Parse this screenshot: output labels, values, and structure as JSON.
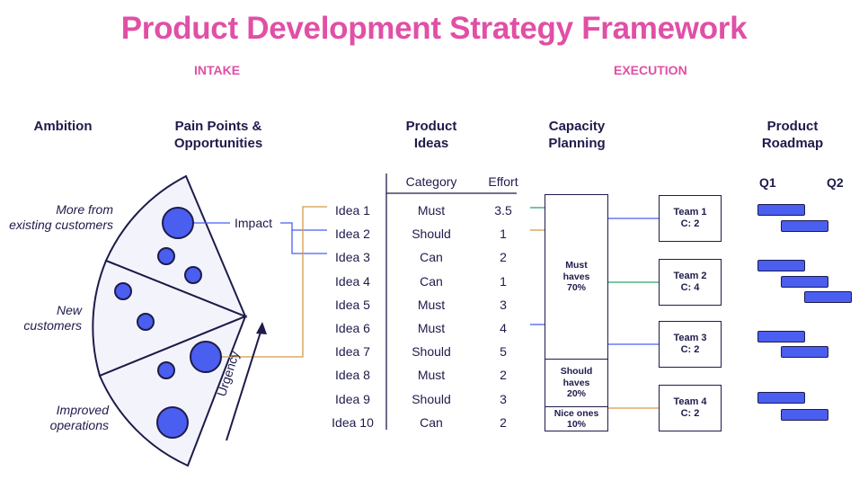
{
  "title": "Product Development Strategy Framework",
  "sections": {
    "intake": "INTAKE",
    "execution": "EXECUTION"
  },
  "columns": {
    "ambition": "Ambition",
    "pain_points": "Pain Points &",
    "pain_points_2": "Opportunities",
    "product_ideas": "Product",
    "product_ideas_2": "Ideas",
    "capacity": "Capacity",
    "capacity_2": "Planning",
    "roadmap": "Product",
    "roadmap_2": "Roadmap"
  },
  "pie_segments": [
    {
      "label_1": "More from",
      "label_2": "existing customers"
    },
    {
      "label_1": "New",
      "label_2": "customers"
    },
    {
      "label_1": "Improved",
      "label_2": "operations"
    }
  ],
  "impact_label": "Impact",
  "urgency_label": "Urgency",
  "table": {
    "headers": {
      "category": "Category",
      "effort": "Effort"
    },
    "rows": [
      {
        "idea": "Idea 1",
        "category": "Must",
        "effort": "3.5"
      },
      {
        "idea": "Idea 2",
        "category": "Should",
        "effort": "1"
      },
      {
        "idea": "Idea 3",
        "category": "Can",
        "effort": "2"
      },
      {
        "idea": "Idea 4",
        "category": "Can",
        "effort": "1"
      },
      {
        "idea": "Idea 5",
        "category": "Must",
        "effort": "3"
      },
      {
        "idea": "Idea 6",
        "category": "Must",
        "effort": "4"
      },
      {
        "idea": "Idea 7",
        "category": "Should",
        "effort": "5"
      },
      {
        "idea": "Idea 8",
        "category": "Must",
        "effort": "2"
      },
      {
        "idea": "Idea 9",
        "category": "Should",
        "effort": "3"
      },
      {
        "idea": "Idea 10",
        "category": "Can",
        "effort": "2"
      }
    ]
  },
  "capacity": [
    {
      "label_1": "Must",
      "label_2": "haves",
      "label_3": "70%"
    },
    {
      "label_1": "Should",
      "label_2": "haves",
      "label_3": "20%"
    },
    {
      "label_1": "Nice ones",
      "label_2": "10%"
    }
  ],
  "teams": [
    {
      "name": "Team 1",
      "capacity": "C: 2"
    },
    {
      "name": "Team 2",
      "capacity": "C: 4"
    },
    {
      "name": "Team 3",
      "capacity": "C: 2"
    },
    {
      "name": "Team 4",
      "capacity": "C: 2"
    }
  ],
  "quarters": [
    "Q1",
    "Q2"
  ],
  "colors": {
    "title": "#e14fa6",
    "navy": "#1e1b4b",
    "blue": "#4a5ef0",
    "pie_fill": "#f3f4fb",
    "connector_orange": "#d39a4a",
    "connector_blue": "#4a5ef0",
    "connector_green": "#2fa36b"
  }
}
